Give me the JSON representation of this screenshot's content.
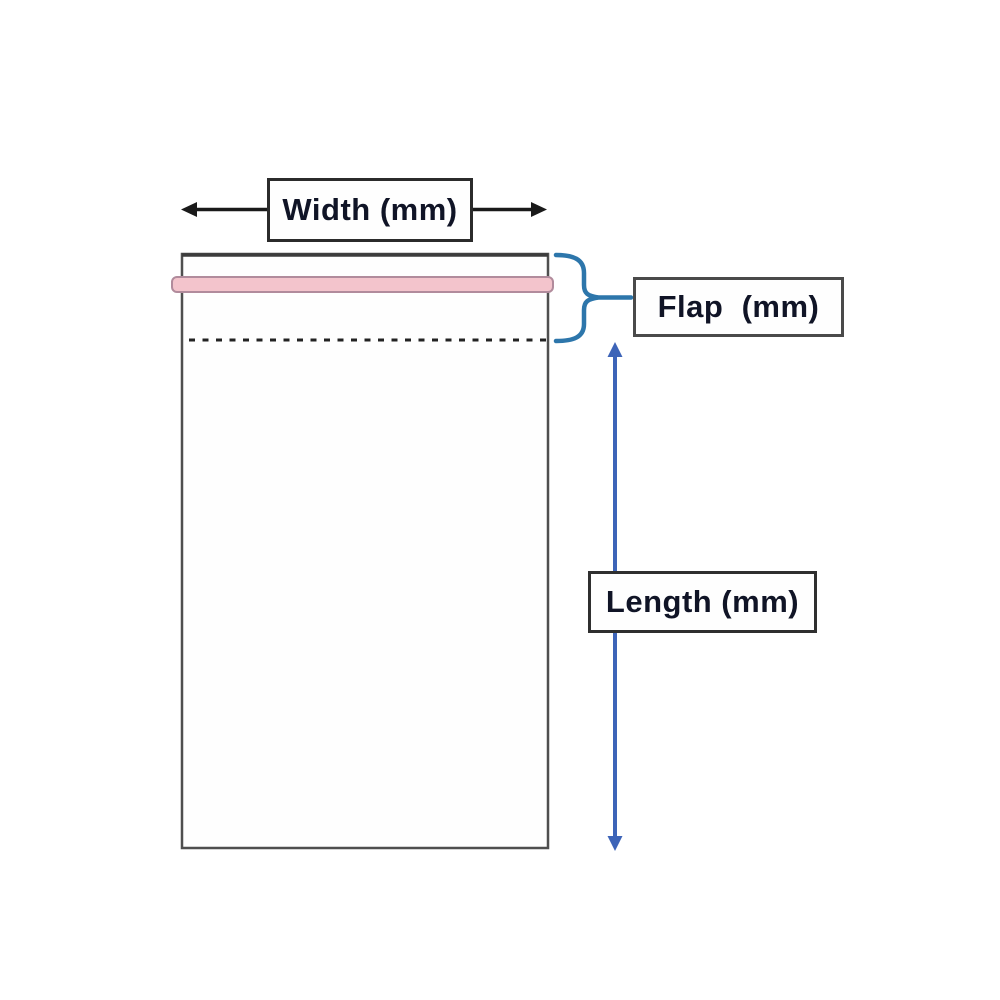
{
  "diagram": {
    "labels": {
      "width": "Width (mm)",
      "flap": "Flap  (mm)",
      "length": "Length (mm)"
    },
    "colors": {
      "background": "#ffffff",
      "bag_fill": "#fefefe",
      "bag_border": "#4f4f4f",
      "bag_top_edge": "#3c3c3c",
      "seal_strip_fill": "#f3c4cc",
      "seal_strip_border": "#b18b9c",
      "fold_line": "#222222",
      "width_arrow": "#1a1a1a",
      "brace_blue": "#2d76ab",
      "length_arrow_blue": "#3d64b8",
      "label_text": "#101426"
    }
  }
}
